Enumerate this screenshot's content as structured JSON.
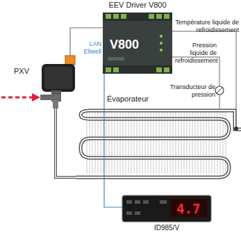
{
  "diagram": {
    "nodes": [
      {
        "text": [
          "EEV Driver V800",
          "V800"
        ]
      },
      {
        "text": [
          "PXV"
        ]
      },
      {
        "text": [
          "Évaporateur"
        ]
      },
      {
        "text": [
          "4.7",
          "ID985/V"
        ]
      }
    ],
    "edges": [
      {
        "from": 1,
        "to": 0,
        "arrow": "none"
      },
      {
        "from": 0,
        "to": 3,
        "label": "LAN Eliwell",
        "arrow": "none"
      },
      {
        "from": 1,
        "to": 2,
        "arrow": "none"
      }
    ],
    "labels": [
      "Température liquide de refroidissement",
      "Pression liquide de refroidissement",
      "Transducteur de pression"
    ]
  }
}
